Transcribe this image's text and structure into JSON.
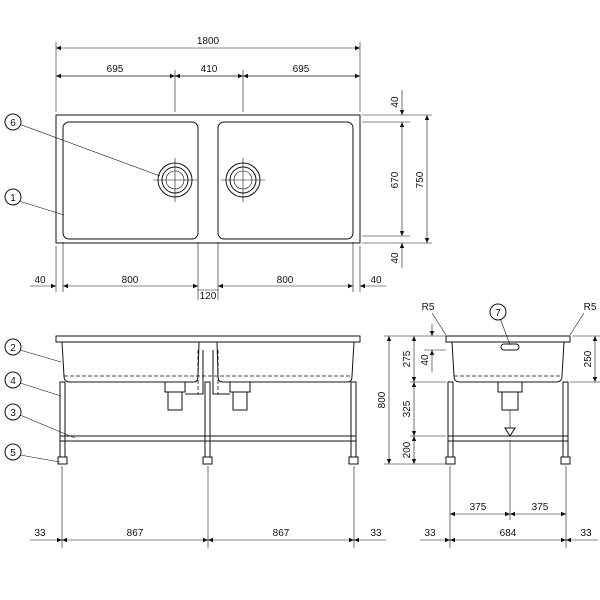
{
  "top_view": {
    "overall_width": "1800",
    "seg_left": "695",
    "seg_mid": "410",
    "seg_right": "695",
    "right_top": "40",
    "right_mid": "670",
    "right_bottom": "40",
    "right_total": "750",
    "bottom_left_edge": "40",
    "bowl_left": "800",
    "bowl_right": "800",
    "center_gap": "120",
    "bottom_right_edge": "40"
  },
  "front_view": {
    "left_edge": "33",
    "span_left": "867",
    "span_right": "867",
    "right_edge": "33"
  },
  "side_view": {
    "r_left": "R5",
    "r_right": "R5",
    "h_275": "275",
    "h_40": "40",
    "h_325": "325",
    "h_200": "200",
    "h_total": "800",
    "h_250": "250",
    "w_375_left": "375",
    "w_375_right": "375",
    "left_edge": "33",
    "width": "684",
    "right_edge": "33"
  },
  "callouts": [
    "1",
    "2",
    "3",
    "4",
    "5",
    "6",
    "7"
  ]
}
